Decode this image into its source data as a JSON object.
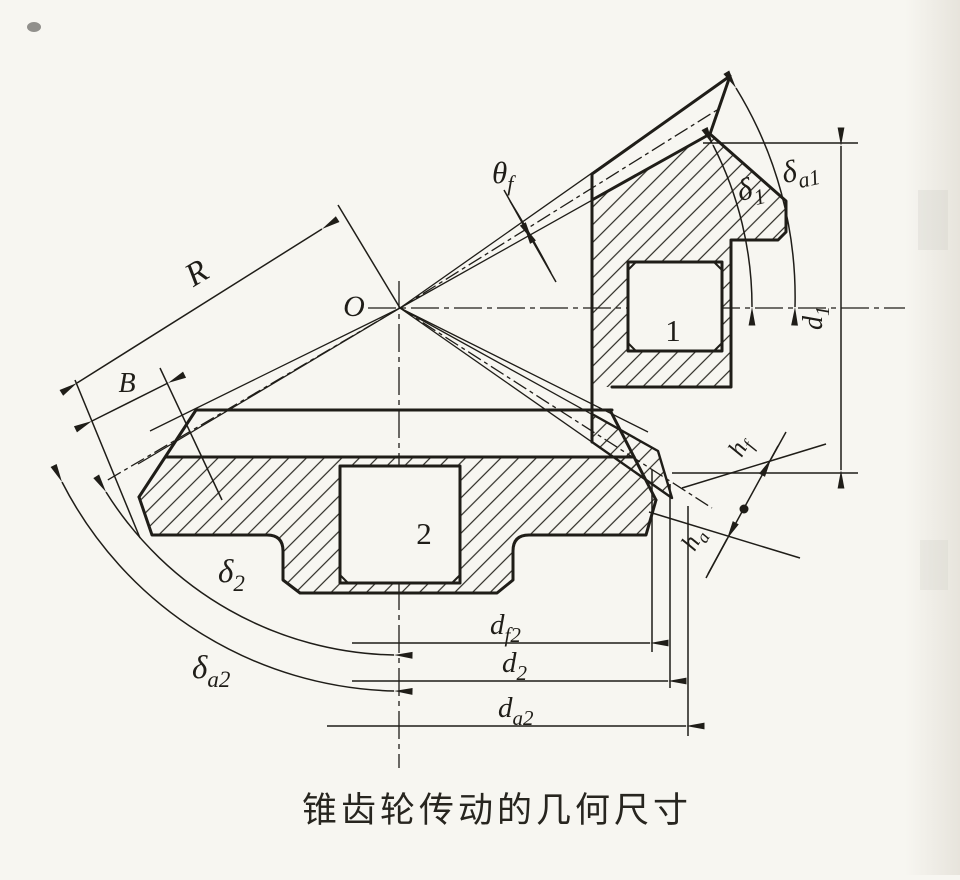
{
  "figure": {
    "caption": "锥齿轮传动的几何尺寸",
    "part_labels": {
      "pinion": "1",
      "wheel": "2",
      "apex": "O"
    },
    "dimension_labels": {
      "theta_f": {
        "base": "θ",
        "sub": "f"
      },
      "R": "R",
      "B": "B",
      "delta_1": {
        "base": "δ",
        "sub": "1"
      },
      "delta_a1": {
        "base": "δ",
        "sub": "a1"
      },
      "d_1": {
        "base": "d",
        "sub": "1"
      },
      "h_f": {
        "base": "h",
        "sub": "f"
      },
      "h_a": {
        "base": "h",
        "sub": "a"
      },
      "delta_2": {
        "base": "δ",
        "sub": "2"
      },
      "delta_a2": {
        "base": "δ",
        "sub": "a2"
      },
      "d_f2": {
        "base": "d",
        "sub": "f2"
      },
      "d_2": {
        "base": "d",
        "sub": "2"
      },
      "d_a2": {
        "base": "d",
        "sub": "a2"
      }
    },
    "colors": {
      "ink": "#1f1d18",
      "paper": "#f7f6f1"
    }
  }
}
